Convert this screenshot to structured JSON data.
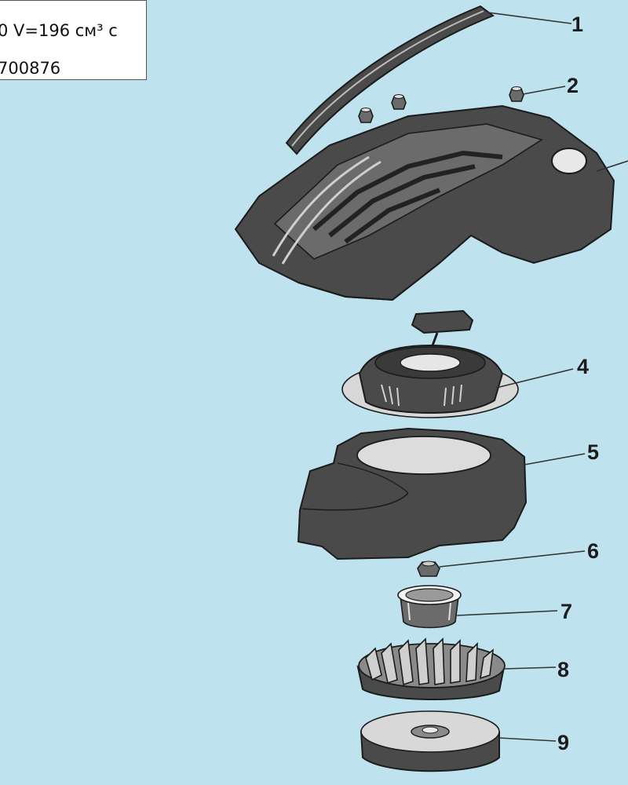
{
  "info": {
    "line1": "0 V=196 см³ с",
    "line2": "700876"
  },
  "callouts": [
    "1",
    "2",
    "4",
    "5",
    "6",
    "7",
    "8",
    "9"
  ]
}
